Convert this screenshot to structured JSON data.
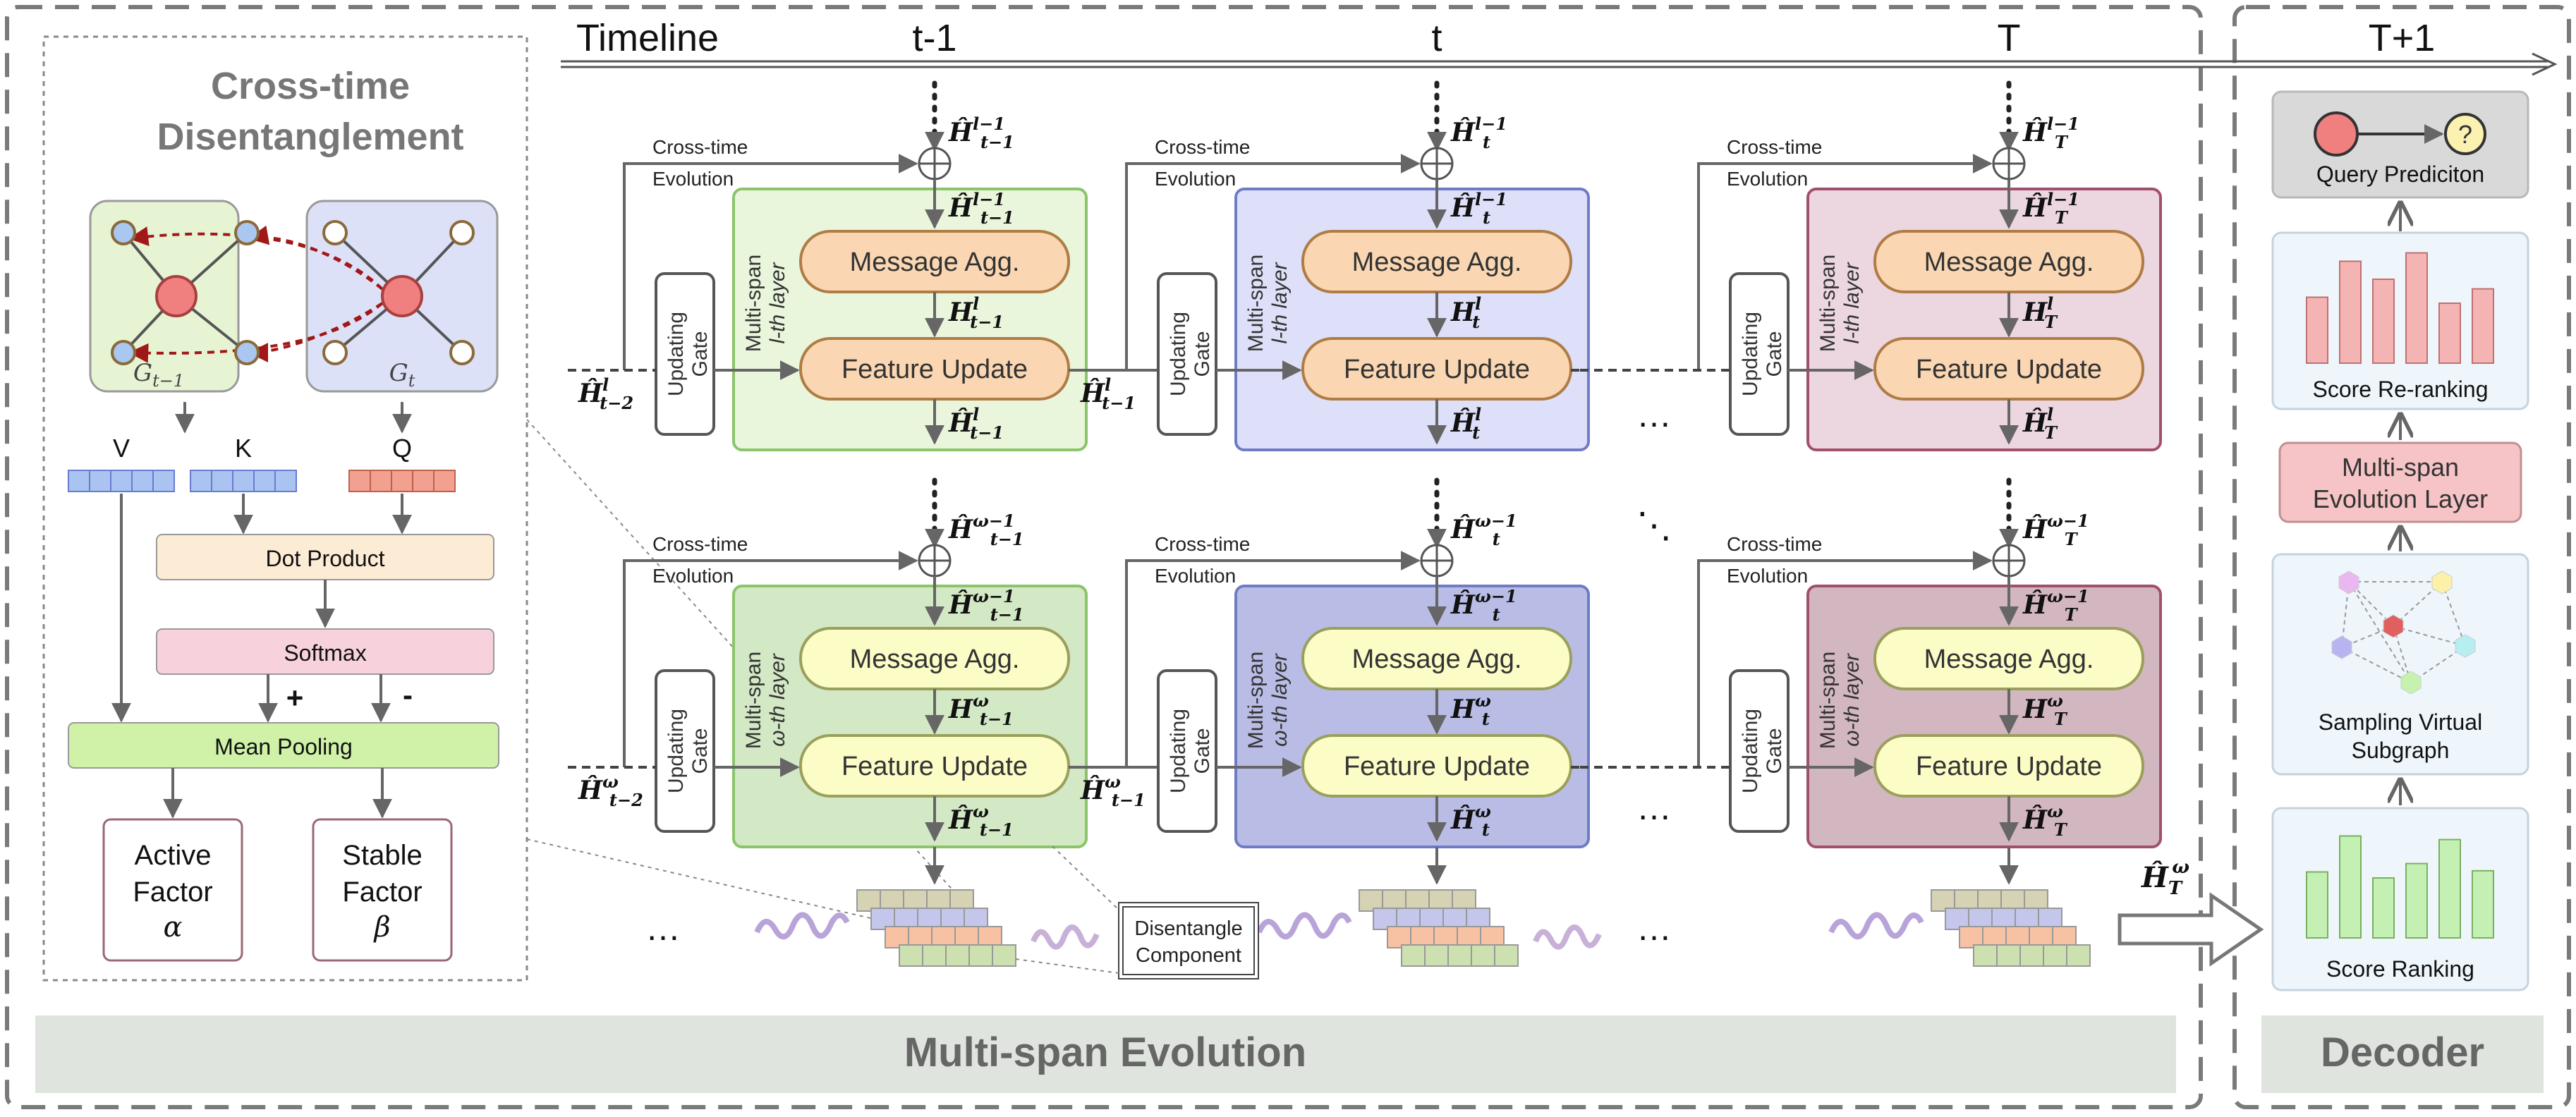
{
  "timeline": {
    "label": "Timeline",
    "ticks": [
      "t-1",
      "t",
      "T",
      "T+1"
    ]
  },
  "left_panel": {
    "title_lines": [
      "Cross-time",
      "Disentanglement"
    ],
    "graph_prev": "G",
    "graph_prev_sub": "t−1",
    "graph_curr": "G",
    "graph_curr_sub": "t",
    "v": "V",
    "k": "K",
    "q": "Q",
    "dot_product": "Dot Product",
    "softmax": "Softmax",
    "plus": "+",
    "minus": "-",
    "mean_pooling": "Mean Pooling",
    "active": [
      "Active",
      "Factor",
      "α"
    ],
    "stable": [
      "Stable",
      "Factor",
      "β"
    ]
  },
  "evolution": {
    "cross_time": "Cross-time",
    "evolution": "Evolution",
    "updating": "Updating",
    "gate": "Gate",
    "msg_agg": "Message Agg.",
    "feat_update": "Feature Update",
    "multispan": "Multi-span",
    "layer_l": "l-th layer",
    "layer_w": "ω-th layer",
    "ellipsis": "…",
    "diag_ellipsis": "⋱",
    "disentangle": [
      "Disentangle",
      "Component"
    ],
    "footer": "Multi-span Evolution",
    "columns": [
      {
        "name": "t-1",
        "h_in_l": "Ĥ",
        "h_in_l_sub": "t−2",
        "h_in_l_sup": "l",
        "h_in_w": "Ĥ",
        "h_in_w_sub": "t−2",
        "h_in_w_sup": "ω",
        "top_l": "Ĥ",
        "top_l_sup": "l−1",
        "top_l_sub": "t−1",
        "dd_l": "Ĥ",
        "dd_l_sup": "l−1",
        "dd_l_sub": "t−1",
        "mid_l": "H",
        "mid_l_sup": "l",
        "mid_l_sub": "t−1",
        "out_l": "Ĥ",
        "out_l_sup": "l",
        "out_l_sub": "t−1",
        "top_w": "Ĥ",
        "top_w_sup": "ω−1",
        "top_w_sub": "t−1",
        "dd_w": "Ĥ",
        "dd_w_sup": "ω−1",
        "dd_w_sub": "t−1",
        "mid_w": "H",
        "mid_w_sup": "ω",
        "mid_w_sub": "t−1",
        "out_w": "Ĥ",
        "out_w_sup": "ω",
        "out_w_sub": "t−1"
      },
      {
        "name": "t",
        "h_in_l": "Ĥ",
        "h_in_l_sub": "t−1",
        "h_in_l_sup": "l",
        "h_in_w": "Ĥ",
        "h_in_w_sub": "t−1",
        "h_in_w_sup": "ω",
        "top_l": "Ĥ",
        "top_l_sup": "l−1",
        "top_l_sub": "t",
        "dd_l": "Ĥ",
        "dd_l_sup": "l−1",
        "dd_l_sub": "t",
        "mid_l": "H",
        "mid_l_sup": "l",
        "mid_l_sub": "t",
        "out_l": "Ĥ",
        "out_l_sup": "l",
        "out_l_sub": "t",
        "top_w": "Ĥ",
        "top_w_sup": "ω−1",
        "top_w_sub": "t",
        "dd_w": "Ĥ",
        "dd_w_sup": "ω−1",
        "dd_w_sub": "t",
        "mid_w": "H",
        "mid_w_sup": "ω",
        "mid_w_sub": "t",
        "out_w": "Ĥ",
        "out_w_sup": "ω",
        "out_w_sub": "t"
      },
      {
        "name": "T",
        "top_l": "Ĥ",
        "top_l_sup": "l−1",
        "top_l_sub": "T",
        "dd_l": "Ĥ",
        "dd_l_sup": "l−1",
        "dd_l_sub": "T",
        "mid_l": "H",
        "mid_l_sup": "l",
        "mid_l_sub": "T",
        "out_l": "Ĥ",
        "out_l_sup": "l",
        "out_l_sub": "T",
        "top_w": "Ĥ",
        "top_w_sup": "ω−1",
        "top_w_sub": "T",
        "dd_w": "Ĥ",
        "dd_w_sup": "ω−1",
        "dd_w_sub": "T",
        "mid_w": "H",
        "mid_w_sup": "ω",
        "mid_w_sub": "T",
        "out_w": "Ĥ",
        "out_w_sup": "ω",
        "out_w_sub": "T"
      }
    ]
  },
  "decoder": {
    "query": "Query Prediciton",
    "query_mark": "?",
    "rerank": "Score Re-ranking",
    "layer_lines": [
      "Multi-span",
      "Evolution Layer"
    ],
    "sampling_lines": [
      "Sampling Virtual",
      "Subgraph"
    ],
    "ranking": "Score Ranking",
    "arrow_label": "Ĥ",
    "arrow_sub": "T",
    "arrow_sup": "ω",
    "footer": "Decoder",
    "rerank_bars": [
      0.55,
      0.85,
      0.7,
      0.92,
      0.5,
      0.62
    ],
    "ranking_bars": [
      0.55,
      0.85,
      0.5,
      0.62,
      0.82,
      0.56
    ]
  },
  "colors": {
    "green_l": "#e9f6dc",
    "green_l_stroke": "#8cc46a",
    "blue_l": "#dde0f8",
    "blue_l_stroke": "#6f7cc4",
    "pink_l": "#ecd6e0",
    "pink_l_stroke": "#a0506e",
    "green_w": "#d3e8c5",
    "blue_w": "#b9bde6",
    "pink_w": "#d2b6c0",
    "orange": "#fad7b2",
    "orange_stroke": "#b07c45",
    "yellow": "#fbfcc6",
    "yellow_stroke": "#9aa05c"
  }
}
